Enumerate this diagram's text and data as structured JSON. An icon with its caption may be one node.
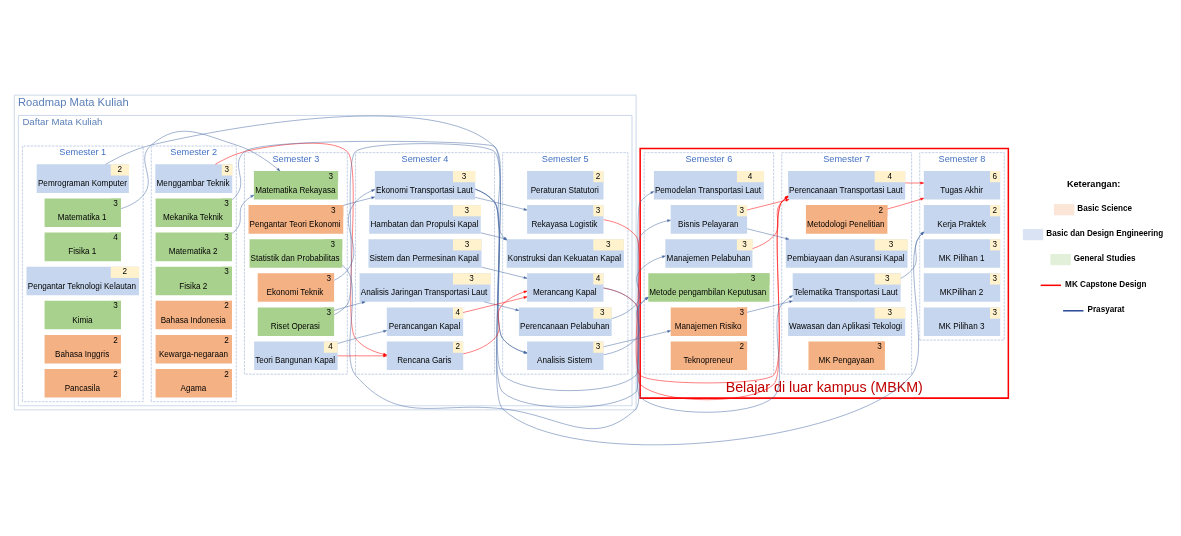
{
  "diagram": {
    "nodes": [
      {
        "text": [
          "Roadmap Mata Kuliah"
        ]
      },
      {
        "text": [
          "Daftar Mata Kuliah"
        ],
        "in": 0
      },
      {
        "text": [
          "Semester 1"
        ],
        "in": 1
      },
      {
        "text": [
          "2",
          "Pemrograman Komputer"
        ],
        "in": 2
      },
      {
        "text": [
          "3",
          "Matematika 1"
        ],
        "in": 2
      },
      {
        "text": [
          "4",
          "Fisika 1"
        ],
        "in": 2
      },
      {
        "text": [
          "2",
          "Pengantar Teknologi Kelautan"
        ],
        "in": 2
      },
      {
        "text": [
          "3",
          "Kimia"
        ],
        "in": 2
      },
      {
        "text": [
          "2",
          "Bahasa Inggris"
        ],
        "in": 2
      },
      {
        "text": [
          "2",
          "Pancasila"
        ],
        "in": 2
      },
      {
        "text": [
          "Semester 2"
        ],
        "in": 1
      },
      {
        "text": [
          "3",
          "Menggambar Teknik"
        ],
        "in": 10
      },
      {
        "text": [
          "3",
          "Mekanika Teknik"
        ],
        "in": 10
      },
      {
        "text": [
          "3",
          "Matematika 2"
        ],
        "in": 10
      },
      {
        "text": [
          "3",
          "Fisika 2"
        ],
        "in": 10
      },
      {
        "text": [
          "2",
          "Bahasa Indonesia"
        ],
        "in": 10
      },
      {
        "text": [
          "2",
          "Kewarga-negaraan"
        ],
        "in": 10
      },
      {
        "text": [
          "2",
          "Agama"
        ],
        "in": 10
      },
      {
        "text": [
          "Semester 3"
        ],
        "in": 1
      },
      {
        "text": [
          "3",
          "Matematika Rekayasa"
        ],
        "in": 18
      },
      {
        "text": [
          "3",
          "Pengantar Teori Ekonomi"
        ],
        "in": 18
      },
      {
        "text": [
          "3",
          "Statistik dan Probabilitas"
        ],
        "in": 18
      },
      {
        "text": [
          "3",
          "Ekonomi Teknik"
        ],
        "in": 18
      },
      {
        "text": [
          "3",
          "Riset Operasi"
        ],
        "in": 18
      },
      {
        "text": [
          "4",
          "Teori Bangunan Kapal"
        ],
        "in": 18
      },
      {
        "text": [
          "Semester 4"
        ],
        "in": 1
      },
      {
        "text": [
          "3",
          "Ekonomi Transportasi Laut"
        ],
        "in": 25
      },
      {
        "text": [
          "3",
          "Hambatan dan Propulsi Kapal"
        ],
        "in": 25
      },
      {
        "text": [
          "3",
          "Sistem dan Permesinan Kapal"
        ],
        "in": 25
      },
      {
        "text": [
          "3",
          "Analisis Jaringan Transportasi Laut"
        ],
        "in": 25
      },
      {
        "text": [
          "4",
          "Perancangan Kapal"
        ],
        "in": 25
      },
      {
        "text": [
          "2",
          "Rencana Garis"
        ],
        "in": 25
      },
      {
        "text": [
          "Semester 5"
        ],
        "in": 1
      },
      {
        "text": [
          "2",
          "Peraturan Statutori"
        ],
        "in": 32
      },
      {
        "text": [
          "3",
          "Rekayasa Logistik"
        ],
        "in": 32
      },
      {
        "text": [
          "3",
          "Konstruksi dan Kekuatan Kapal"
        ],
        "in": 32
      },
      {
        "text": [
          "4",
          "Merancang Kapal"
        ],
        "in": 32
      },
      {
        "text": [
          "3",
          "Perencanaan Pelabuhan"
        ],
        "in": 32
      },
      {
        "text": [
          "3",
          "Analisis Sistem"
        ],
        "in": 32
      },
      {
        "text": [
          "Belajar di luar kampus (MBKM)"
        ]
      },
      {
        "text": [
          "Semester 6"
        ],
        "in": 39
      },
      {
        "text": [
          "4",
          "Pemodelan Transportasi Laut"
        ],
        "in": 40
      },
      {
        "text": [
          "3",
          "Bisnis Pelayaran"
        ],
        "in": 40
      },
      {
        "text": [
          "3",
          "Manajemen Pelabuhan"
        ],
        "in": 40
      },
      {
        "text": [
          "3",
          "Metode pengambilan Keputusan"
        ],
        "in": 40
      },
      {
        "text": [
          "3",
          "Manajemen Risiko"
        ],
        "in": 40
      },
      {
        "text": [
          "2",
          "Teknopreneur"
        ],
        "in": 40
      },
      {
        "text": [
          "Semester 7"
        ],
        "in": 39
      },
      {
        "text": [
          "4",
          "Perencanaan Transportasi Laut"
        ],
        "in": 47
      },
      {
        "text": [
          "2",
          "Metodologi Penelitian"
        ],
        "in": 47
      },
      {
        "text": [
          "3",
          "Pembiayaan dan Asuransi Kapal"
        ],
        "in": 47
      },
      {
        "text": [
          "3",
          "Telematika Transportasi Laut"
        ],
        "in": 47
      },
      {
        "text": [
          "3",
          "Wawasan dan Aplikasi Tekologi"
        ],
        "in": 47
      },
      {
        "text": [
          "3",
          "MK Pengayaan"
        ],
        "in": 47
      },
      {
        "text": [
          "Semester 8"
        ],
        "in": 39
      },
      {
        "text": [
          "6",
          "Tugas Akhir"
        ],
        "in": 54
      },
      {
        "text": [
          "2",
          "Kerja Praktek"
        ],
        "in": 54
      },
      {
        "text": [
          "3",
          "MK Pilihan 1"
        ],
        "in": 54
      },
      {
        "text": [
          "3",
          "MKPilihan 2"
        ],
        "in": 54
      },
      {
        "text": [
          "3",
          "MK Pilihan 3"
        ],
        "in": 54
      }
    ],
    "edges": [
      {
        "from": 4,
        "to": 19,
        "arrow": "to"
      },
      {
        "from": 13,
        "to": 19,
        "arrow": "to"
      },
      {
        "from": 3,
        "to": 38,
        "arrow": "to"
      },
      {
        "from": 12,
        "to": 35,
        "arrow": "to"
      },
      {
        "from": 20,
        "to": 26,
        "arrow": "to"
      },
      {
        "from": 22,
        "to": 26,
        "arrow": "to"
      },
      {
        "from": 21,
        "to": 44,
        "arrow": "to"
      },
      {
        "from": 23,
        "to": 29,
        "arrow": "to"
      },
      {
        "from": 23,
        "to": 38,
        "arrow": "to"
      },
      {
        "from": 24,
        "to": 30,
        "arrow": "to"
      },
      {
        "from": 24,
        "to": 31,
        "arrow": "to",
        "color": "#ff0000"
      },
      {
        "from": 11,
        "to": 31,
        "arrow": "to",
        "color": "#ff0000"
      },
      {
        "from": 30,
        "to": 36,
        "arrow": "to",
        "color": "#ff0000"
      },
      {
        "from": 31,
        "to": 36,
        "arrow": "to",
        "color": "#ff0000"
      },
      {
        "from": 26,
        "to": 34,
        "arrow": "to"
      },
      {
        "from": 26,
        "to": 41,
        "arrow": "to"
      },
      {
        "from": 26,
        "to": 42,
        "arrow": "to"
      },
      {
        "from": 26,
        "to": 56,
        "arrow": "to"
      },
      {
        "from": 27,
        "to": 35,
        "arrow": "to"
      },
      {
        "from": 28,
        "to": 36,
        "arrow": "to"
      },
      {
        "from": 29,
        "to": 37,
        "arrow": "to"
      },
      {
        "from": 34,
        "to": 48,
        "arrow": "to",
        "color": "#ff0000"
      },
      {
        "from": 36,
        "to": 48,
        "arrow": "to",
        "color": "#ff0000"
      },
      {
        "from": 42,
        "to": 48,
        "arrow": "to",
        "color": "#ff0000"
      },
      {
        "from": 43,
        "to": 48,
        "arrow": "to",
        "color": "#ff0000"
      },
      {
        "from": 48,
        "to": 55,
        "arrow": "to",
        "color": "#ff0000"
      },
      {
        "from": 49,
        "to": 55,
        "arrow": "to",
        "color": "#ff0000"
      },
      {
        "from": 37,
        "to": 43,
        "arrow": "to"
      },
      {
        "from": 38,
        "to": 44,
        "arrow": "to"
      },
      {
        "from": 38,
        "to": 45,
        "arrow": "to"
      },
      {
        "from": 42,
        "to": 50,
        "arrow": "to"
      },
      {
        "from": 45,
        "to": 51,
        "arrow": "to"
      },
      {
        "from": 36,
        "to": 51,
        "arrow": "to"
      },
      {
        "from": 51,
        "to": 56,
        "arrow": "to"
      }
    ],
    "labels": [
      "Keterangan:"
    ],
    "legend": [
      {
        "text": "Basic Science",
        "color": "#fbe5d6"
      },
      {
        "text": "Basic dan Design Engineering",
        "color": "#dae3f3"
      },
      {
        "text": "General Studies",
        "color": "#e2f0d9"
      },
      {
        "text": "MK Capstone Design"
      },
      {
        "text": "Prasyarat"
      }
    ]
  }
}
